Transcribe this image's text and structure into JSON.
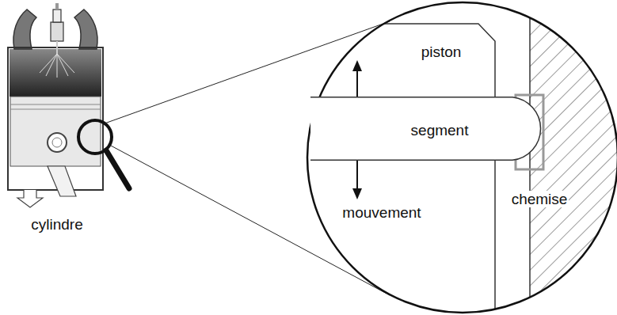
{
  "diagram": {
    "nodes": [
      {
        "text": [
          "segment"
        ]
      }
    ],
    "labels": [
      "piston",
      "mouvement",
      "chemise",
      "cylindre"
    ]
  }
}
